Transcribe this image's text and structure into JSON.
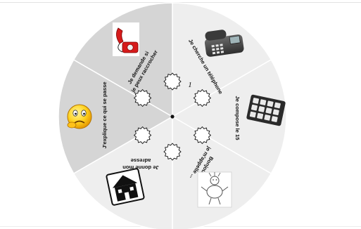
{
  "wheel": {
    "sectors": [
      {
        "id": "telephone",
        "label_lines": [
          "Je cherche un téléphone"
        ],
        "step_number": "1",
        "icon": "desk-phone-icon"
      },
      {
        "id": "compose",
        "label_lines": [
          "Je compose le 15"
        ],
        "step_number": "",
        "icon": "keypad-icon"
      },
      {
        "id": "bonjour",
        "label_lines": [
          "Bonjour,",
          "je m'appelle ..."
        ],
        "step_number": "",
        "icon": "child-drawing-icon"
      },
      {
        "id": "adresse",
        "label_lines": [
          "Je donne mon",
          "adresse"
        ],
        "step_number": "",
        "icon": "house-icon"
      },
      {
        "id": "explique",
        "label_lines": [
          "J'explique ce qui se passe"
        ],
        "step_number": "",
        "icon": "worried-smiley-icon"
      },
      {
        "id": "raccrocher",
        "label_lines": [
          "Je demande si",
          "je peux raccrocher"
        ],
        "step_number": "",
        "icon": "red-phone-icon"
      }
    ],
    "colors": {
      "light": "#eeeeee",
      "dark": "#d5d5d5",
      "divider": "#ffffff",
      "text": "#111111"
    }
  }
}
